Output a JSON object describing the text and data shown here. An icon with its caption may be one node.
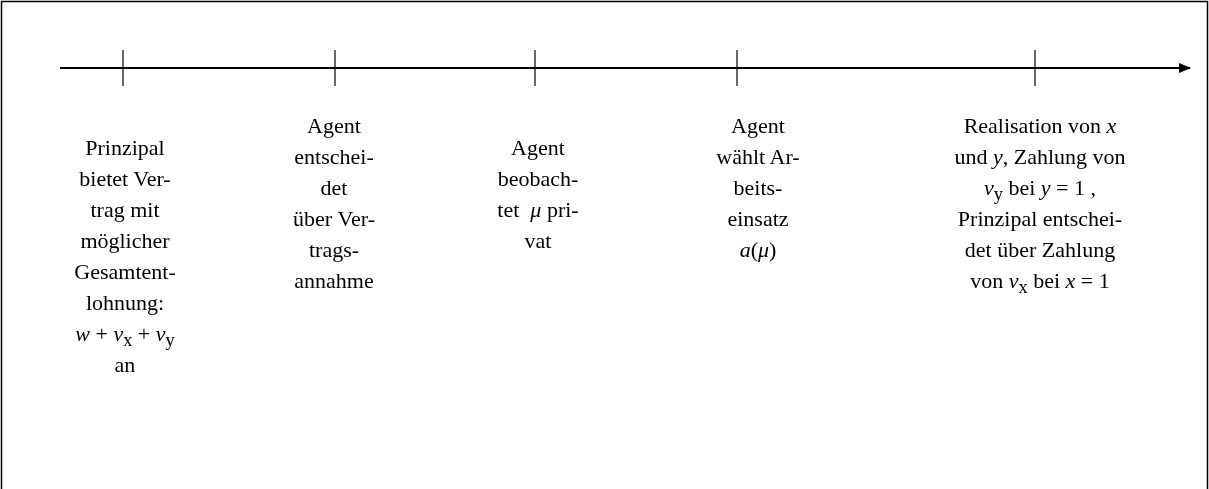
{
  "diagram": {
    "labels": [
      "Prinzipal bietet Ver- trag mit möglicher Gesamtent- lohnung: *w* + *v*$_{x}$ + *v*$_{y}$ an",
      "Agent entschei- det über Ver- trags- annahme",
      "Agent beobach- tet  *μ* pri- vat",
      "Agent wählt Ar- beits- einsatz *a*(*μ*)",
      "Realisation von *x* und *y*, Zahlung von *v*$_{y}$ bei *y* = 1 , Prinzipal entschei- det über Zahlung von *v*$_{x}$ bei *x* = 1"
    ]
  }
}
